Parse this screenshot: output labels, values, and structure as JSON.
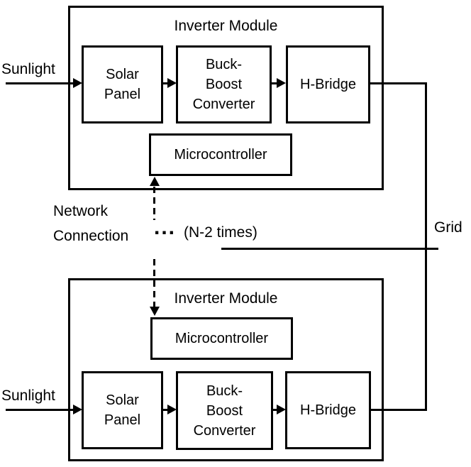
{
  "page": {
    "background": "#ffffff",
    "line_color": "#000000"
  },
  "labels": {
    "sunlight_top": "Sunlight",
    "sunlight_bottom": "Sunlight",
    "network_connection": "Network\nConnection",
    "ellipsis": "...",
    "repeat_note": "(N-2 times)",
    "grid": "Grid"
  },
  "modules": [
    {
      "title": "Inverter Module",
      "blocks": {
        "solar": "Solar\nPanel",
        "buck": "Buck-\nBoost\nConverter",
        "hbridge": "H-Bridge",
        "micro": "Microcontroller"
      }
    },
    {
      "title": "Inverter Module",
      "blocks": {
        "solar": "Solar\nPanel",
        "buck": "Buck-\nBoost\nConverter",
        "hbridge": "H-Bridge",
        "micro": "Microcontroller"
      }
    }
  ]
}
